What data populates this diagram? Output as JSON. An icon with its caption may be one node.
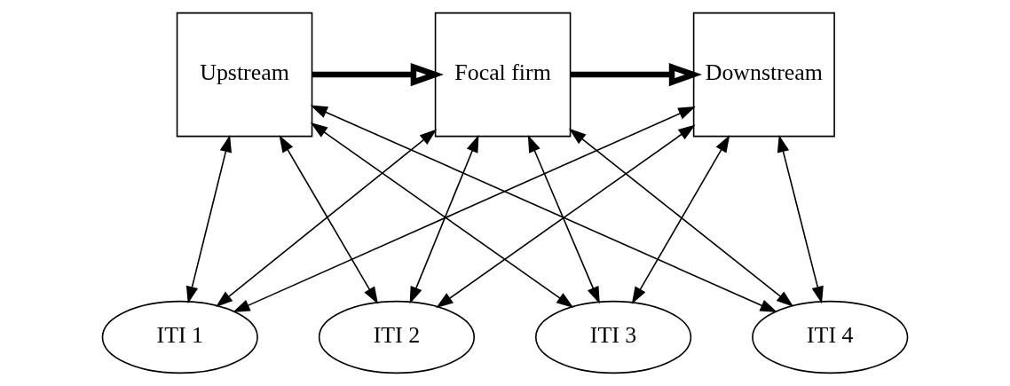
{
  "diagram": {
    "nodes": [
      {
        "text": [
          "Upstream"
        ]
      },
      {
        "text": [
          "Focal firm"
        ]
      },
      {
        "text": [
          "Downstream"
        ]
      },
      {
        "text": [
          "ITI 1"
        ]
      },
      {
        "text": [
          "ITI 2"
        ]
      },
      {
        "text": [
          "ITI 3"
        ]
      },
      {
        "text": [
          "ITI 4"
        ]
      }
    ],
    "edges": [
      {
        "from": 0,
        "to": 1,
        "arrow": "to",
        "style": "thick"
      },
      {
        "from": 1,
        "to": 2,
        "arrow": "to",
        "style": "thick"
      },
      {
        "from": 0,
        "to": 3,
        "arrow": "both"
      },
      {
        "from": 0,
        "to": 4,
        "arrow": "both"
      },
      {
        "from": 0,
        "to": 5,
        "arrow": "both"
      },
      {
        "from": 0,
        "to": 6,
        "arrow": "both"
      },
      {
        "from": 1,
        "to": 3,
        "arrow": "both"
      },
      {
        "from": 1,
        "to": 4,
        "arrow": "both"
      },
      {
        "from": 1,
        "to": 5,
        "arrow": "both"
      },
      {
        "from": 1,
        "to": 6,
        "arrow": "both"
      },
      {
        "from": 2,
        "to": 3,
        "arrow": "both"
      },
      {
        "from": 2,
        "to": 4,
        "arrow": "both"
      },
      {
        "from": 2,
        "to": 5,
        "arrow": "both"
      },
      {
        "from": 2,
        "to": 6,
        "arrow": "both"
      }
    ]
  }
}
